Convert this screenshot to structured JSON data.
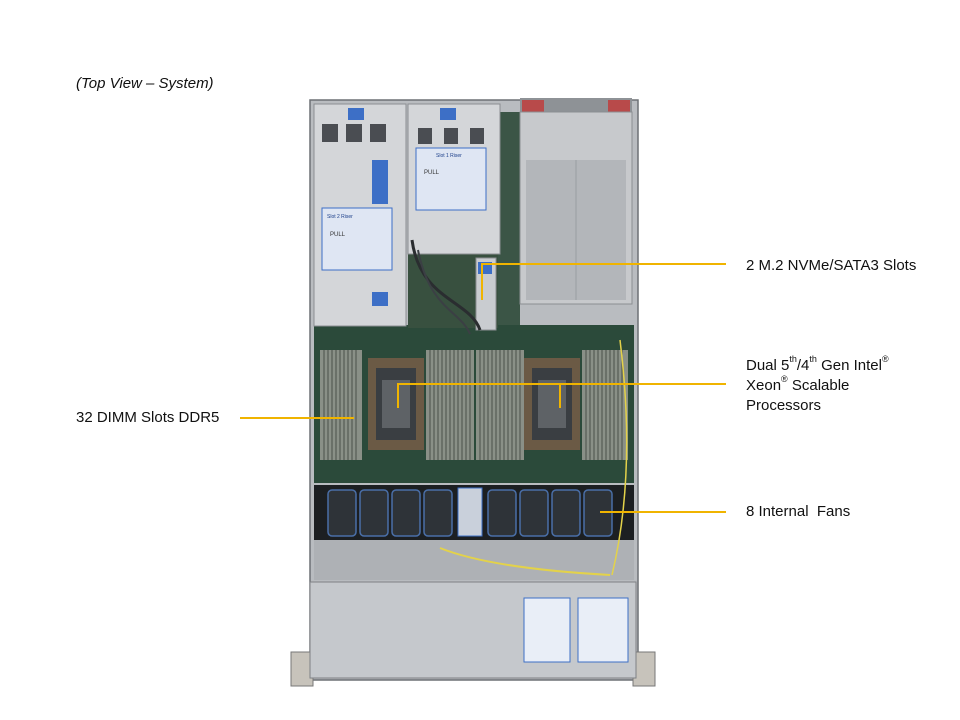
{
  "view_caption": "(Top View – System)",
  "callouts": {
    "m2": "2 M.2 NVMe/SATA3 Slots",
    "cpu": {
      "line1_a": "Dual 5",
      "line1_sup1": "th",
      "line1_b": "/4",
      "line1_sup2": "th",
      "line1_c": " Gen Intel",
      "line1_sup3": "®",
      "line2_a": "Xeon",
      "line2_sup": "®",
      "line2_b": " Scalable",
      "line3": "Processors"
    },
    "dimm": "32 DIMM Slots DDR5",
    "fans": "8 Internal  Fans"
  },
  "riser_labels": {
    "left": "Slot 2 Riser",
    "middle": "Slot 1 Riser",
    "pull": "PULL"
  },
  "colors": {
    "leader": "#f0b400",
    "chassis": "#c9ccd0",
    "board": "#2b4a3a",
    "dimm": "#8a9087",
    "fan": "#23272c"
  }
}
